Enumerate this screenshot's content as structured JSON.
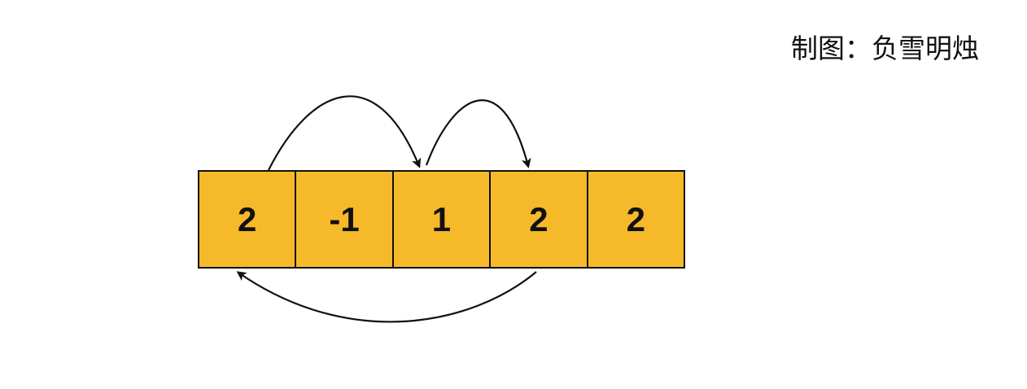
{
  "credit": "制图：负雪明烛",
  "array": {
    "cells": [
      "2",
      "-1",
      "1",
      "2",
      "2"
    ],
    "fill_color": "#F6B92A",
    "border_color": "#111111"
  },
  "arrows": [
    {
      "from": 0,
      "to": 2,
      "side": "top"
    },
    {
      "from": 2,
      "to": 3,
      "side": "top"
    },
    {
      "from": 3,
      "to": 0,
      "side": "bottom"
    }
  ]
}
